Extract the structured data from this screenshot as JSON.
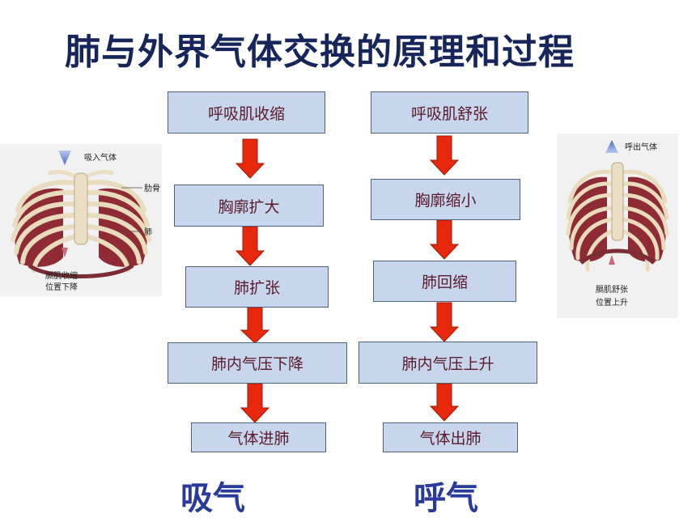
{
  "title": "肺与外界气体交换的原理和过程",
  "inhale": {
    "steps": [
      "呼吸肌收缩",
      "胸廓扩大",
      "肺扩张",
      "肺内气压下降",
      "气体进肺"
    ],
    "label": "吸气"
  },
  "exhale": {
    "steps": [
      "呼吸肌舒张",
      "胸廓缩小",
      "肺回缩",
      "肺内气压上升",
      "气体出肺"
    ],
    "label": "呼气"
  },
  "left_figure": {
    "air_label": "吸入气体",
    "rib_label": "肋骨",
    "lung_label": "肺",
    "diaphragm_label_1": "膈肌收缩",
    "diaphragm_label_2": "位置下降"
  },
  "right_figure": {
    "air_label": "呼出气体",
    "diaphragm_label_1": "膈肌舒张",
    "diaphragm_label_2": "位置上升"
  },
  "colors": {
    "title": "#16265a",
    "box_fill": "#c7d6ec",
    "box_text": "#5a1a2a",
    "arrow": "#e8280c",
    "label": "#2a3a9a"
  }
}
